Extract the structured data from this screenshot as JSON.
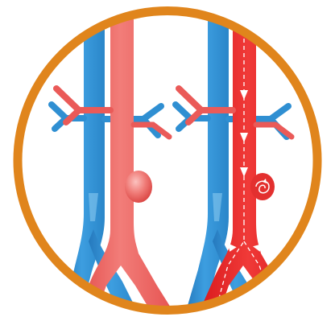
{
  "colors": {
    "ring": "#e0851c",
    "vein": "#2f8fd2",
    "vein_light": "#7cc2ee",
    "artery": "#ea5a58",
    "artery_light": "#f7a9a6",
    "artery_flow": "#e51f23",
    "flow_arrow": "#ffffff",
    "background": "#ffffff"
  },
  "panels": [
    {
      "name": "left-pair",
      "aneurysm": "bulge",
      "flow_arrows": false
    },
    {
      "name": "right-pair",
      "aneurysm": "swirl",
      "flow_arrows": true
    }
  ]
}
